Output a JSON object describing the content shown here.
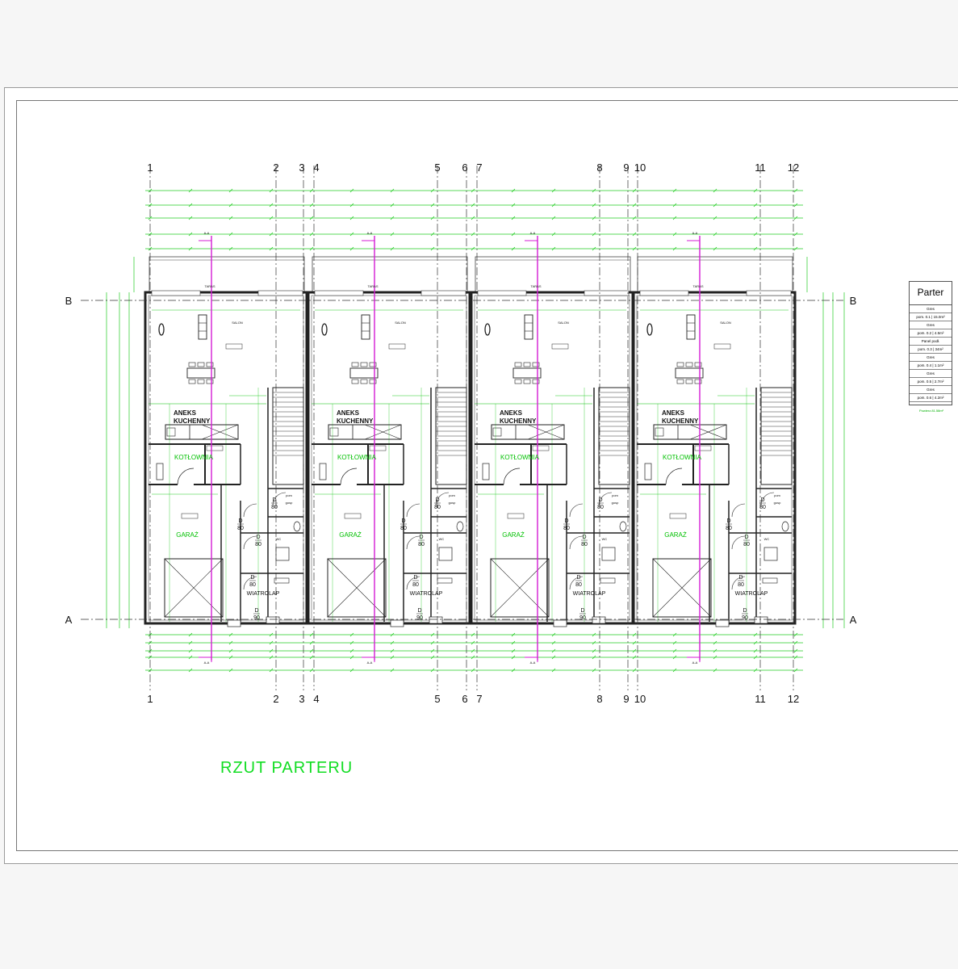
{
  "drawing": {
    "title": "RZUT  PARTERU",
    "grid_columns": [
      "1",
      "2",
      "3",
      "4",
      "5",
      "6",
      "7",
      "8",
      "9",
      "10",
      "11",
      "12"
    ],
    "grid_rows": [
      "B",
      "A"
    ],
    "accent_color": "#11dd22",
    "section_color": "#d41cd4"
  },
  "rooms": {
    "taras": "TARAS",
    "salon": "SALON",
    "aneks_line1": "ANEKS",
    "aneks_line2": "KUCHENNY",
    "kotlownia": "KOTŁOWNIA",
    "garaz": "GARAŻ",
    "pom_gosp_line1": "pom",
    "pom_gosp_line2": "gosp",
    "wiatrolap": "WIATROLAP",
    "wc": "WC"
  },
  "doors": {
    "d": "D",
    "d80": "80",
    "d90": "90"
  },
  "section_mark": "A-A",
  "legend": {
    "title": "Parter",
    "rows": [
      "Gres",
      "pom. 0.1 | 15.0m²",
      "Gres",
      "pom. 0.2 | 4.5m²",
      "Panel podł.",
      "pom. 0.3 | 34m²",
      "Gres",
      "pom. 0.4 | 1.1m²",
      "Gres",
      "pom. 0.5 | 2.7m²",
      "Gres",
      "pom. 0.6 | 4.2m²"
    ],
    "sum": "Powierz.81.58m²"
  }
}
